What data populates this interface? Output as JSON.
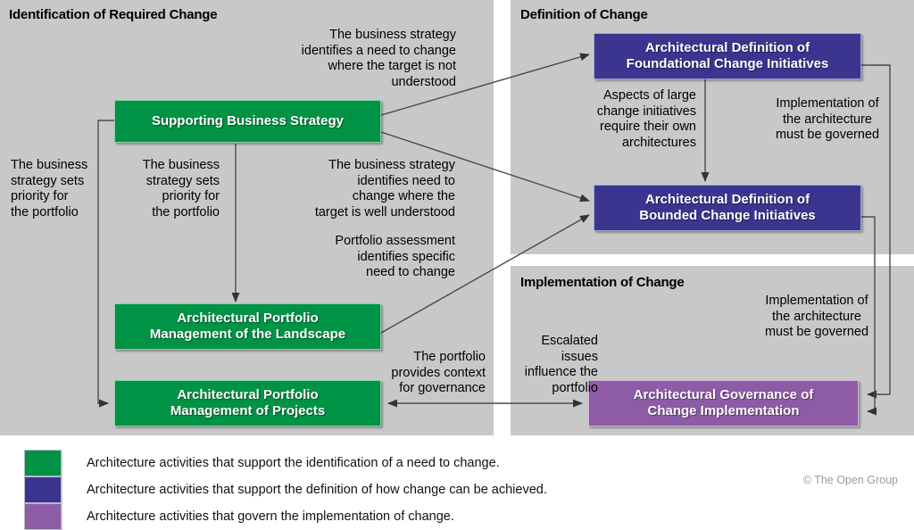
{
  "diagram": {
    "title": "Architecture activities supporting change",
    "background": "#ffffff",
    "panel_fill": "#c8c8c8",
    "colors": {
      "green": "#009245",
      "navy": "#3b3590",
      "purple": "#8e5ba6",
      "line": "#4a4a4a",
      "text": "#000000"
    }
  },
  "panels": [
    {
      "id": "identification",
      "title": "Identification of Required Change"
    },
    {
      "id": "definition",
      "title": "Definition of Change"
    },
    {
      "id": "implementation",
      "title": "Implementation of Change"
    }
  ],
  "nodes": [
    {
      "id": "supporting-business-strategy",
      "line1": "Supporting Business Strategy",
      "line2": "",
      "color": "#009245",
      "category": "identification"
    },
    {
      "id": "portfolio-landscape",
      "line1": "Architectural Portfolio",
      "line2": "Management of the Landscape",
      "color": "#009245",
      "category": "identification"
    },
    {
      "id": "portfolio-projects",
      "line1": "Architectural Portfolio",
      "line2": "Management of Projects",
      "color": "#009245",
      "category": "identification"
    },
    {
      "id": "foundational-change-initiatives",
      "line1": "Architectural Definition of",
      "line2": "Foundational Change Initiatives",
      "color": "#3b3590",
      "category": "definition"
    },
    {
      "id": "bounded-change-initiatives",
      "line1": "Architectural Definition of",
      "line2": "Bounded Change Initiatives",
      "color": "#3b3590",
      "category": "definition"
    },
    {
      "id": "governance-change-implementation",
      "line1": "Architectural Governance of",
      "line2": "Change Implementation",
      "color": "#8e5ba6",
      "category": "implementation"
    }
  ],
  "edge_labels": [
    {
      "id": "strategy-need-target-not-understood",
      "text": "The business strategy\nidentifies a need to change\nwhere the target is not\nunderstood"
    },
    {
      "id": "strategy-priority-portfolio-left",
      "text": "The business\nstrategy sets\npriority for\nthe portfolio"
    },
    {
      "id": "strategy-priority-portfolio-mid",
      "text": "The business\nstrategy sets\npriority for\nthe portfolio"
    },
    {
      "id": "strategy-need-target-well-understood",
      "text": "The business strategy\nidentifies need to\nchange where the\ntarget  is well understood"
    },
    {
      "id": "portfolio-assessment-specific-need",
      "text": "Portfolio assessment\nidentifies specific\nneed to change"
    },
    {
      "id": "aspects-large-change-initiatives",
      "text": "Aspects of large\nchange initiatives\nrequire their own\narchitectures"
    },
    {
      "id": "implementation-governed-top",
      "text": "Implementation of\nthe architecture\nmust be governed"
    },
    {
      "id": "implementation-governed-bottom",
      "text": "Implementation of\nthe architecture\nmust be governed"
    },
    {
      "id": "portfolio-provides-context",
      "text": "The portfolio\nprovides context\nfor governance"
    },
    {
      "id": "escalated-issues-influence-portfolio",
      "text": "Escalated\nissues\ninfluence the\nportfolio"
    }
  ],
  "legend": {
    "items": [
      {
        "color": "#009245",
        "label": "Architecture activities that support the identification of a need to change."
      },
      {
        "color": "#3b3590",
        "label": "Architecture activities that support the definition of how change can be achieved."
      },
      {
        "color": "#8e5ba6",
        "label": "Architecture activities that govern the implementation of change."
      }
    ],
    "copyright": "© The Open Group"
  }
}
